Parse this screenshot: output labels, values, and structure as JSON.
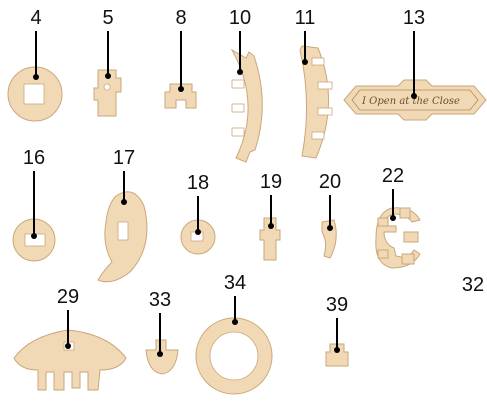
{
  "colors": {
    "wood": "#f2d9b6",
    "edge": "#caa77a",
    "leader": "#000000",
    "label": "#111111"
  },
  "parts": [
    {
      "id": "part-4",
      "label": "4"
    },
    {
      "id": "part-5",
      "label": "5"
    },
    {
      "id": "part-8",
      "label": "8"
    },
    {
      "id": "part-10",
      "label": "10"
    },
    {
      "id": "part-11",
      "label": "11"
    },
    {
      "id": "part-13",
      "label": "13",
      "engraving": "I Open at the Close"
    },
    {
      "id": "part-16",
      "label": "16"
    },
    {
      "id": "part-17",
      "label": "17"
    },
    {
      "id": "part-18",
      "label": "18"
    },
    {
      "id": "part-19",
      "label": "19"
    },
    {
      "id": "part-20",
      "label": "20"
    },
    {
      "id": "part-22",
      "label": "22"
    },
    {
      "id": "part-29",
      "label": "29"
    },
    {
      "id": "part-32",
      "label": "32"
    },
    {
      "id": "part-33",
      "label": "33"
    },
    {
      "id": "part-34",
      "label": "34"
    },
    {
      "id": "part-39",
      "label": "39"
    }
  ]
}
